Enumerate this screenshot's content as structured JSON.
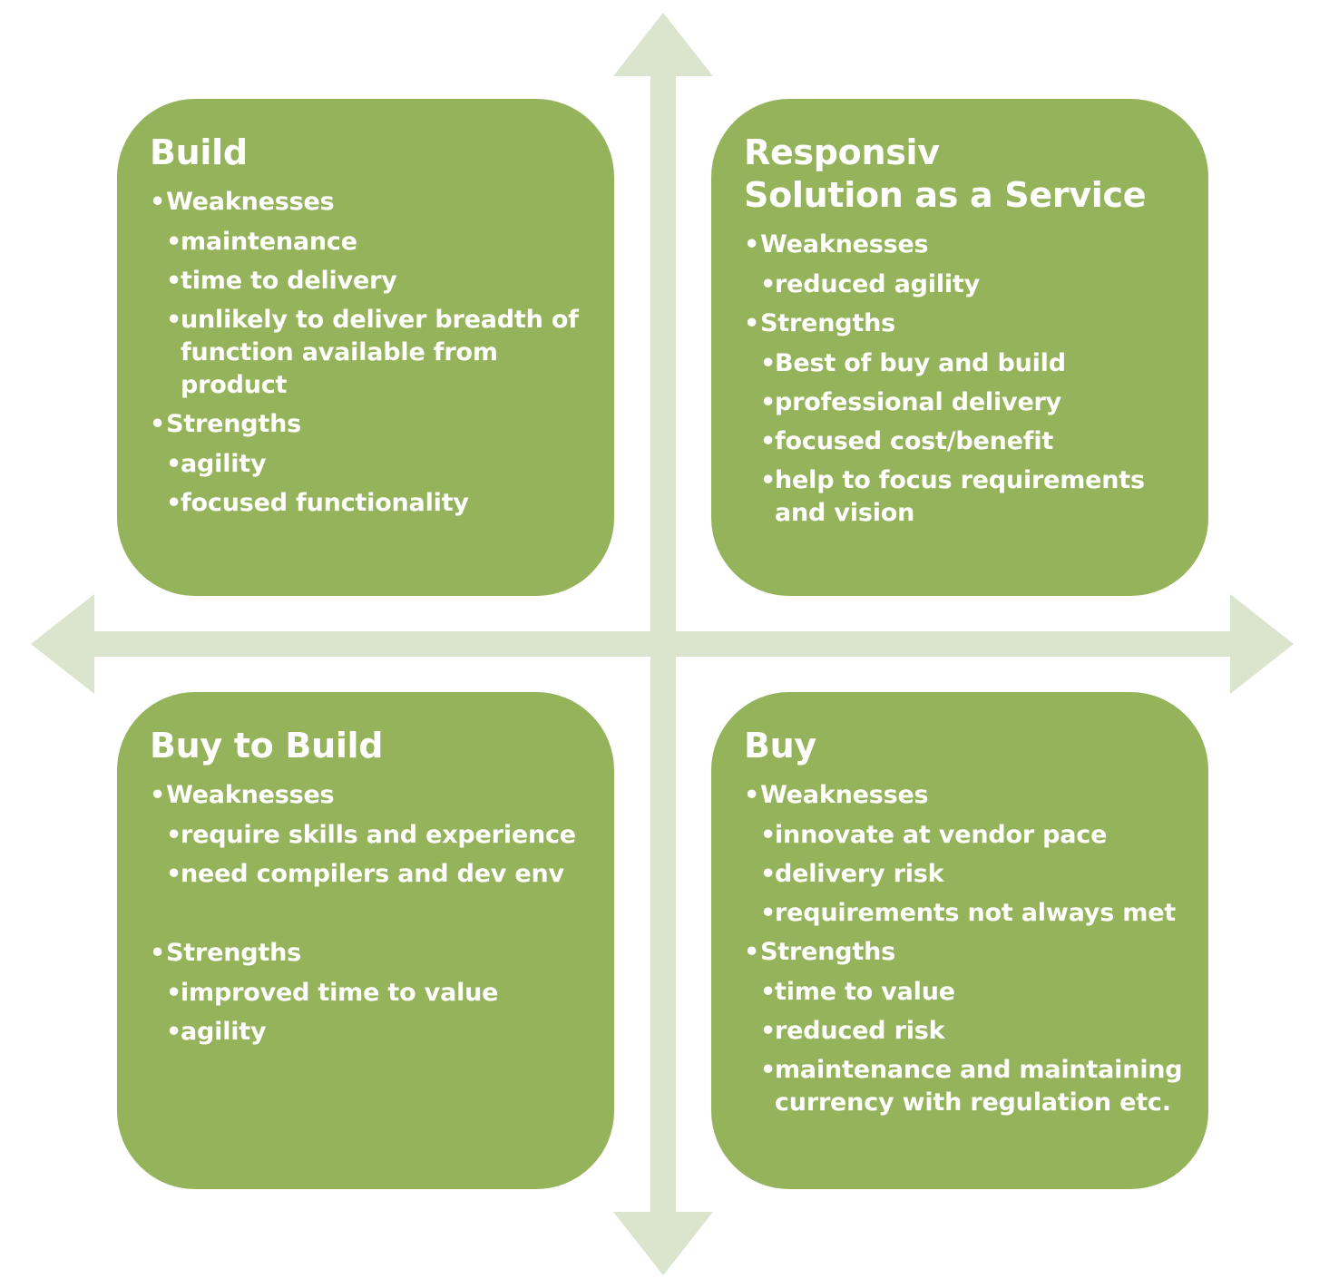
{
  "colors": {
    "quadrant_fill": "#95b35b",
    "axis_fill": "#dbe5cd",
    "text": "#ffffff"
  },
  "quadrants": {
    "build": {
      "title": [
        "Build"
      ],
      "weaknesses_label": "Weaknesses",
      "weaknesses": [
        "maintenance",
        "time to delivery",
        "unlikely to deliver breadth of function available from product"
      ],
      "strengths_label": "Strengths",
      "strengths": [
        "agility",
        "focused functionality"
      ]
    },
    "responsiv": {
      "title": [
        "Responsiv",
        "Solution as a Service"
      ],
      "weaknesses_label": "Weaknesses",
      "weaknesses": [
        "reduced agility"
      ],
      "strengths_label": "Strengths",
      "strengths": [
        "Best of buy and build",
        "professional delivery",
        "focused cost/benefit",
        "help to focus requirements and vision"
      ]
    },
    "buy_to_build": {
      "title": [
        "Buy to Build"
      ],
      "weaknesses_label": "Weaknesses",
      "weaknesses": [
        "require skills and experience",
        "need compilers and dev env"
      ],
      "strengths_label": "Strengths",
      "strengths": [
        "improved time to value",
        "agility"
      ]
    },
    "buy": {
      "title": [
        "Buy"
      ],
      "weaknesses_label": "Weaknesses",
      "weaknesses": [
        "innovate at vendor pace",
        "delivery risk",
        "requirements not always met"
      ],
      "strengths_label": "Strengths",
      "strengths": [
        "time to value",
        "reduced risk",
        "maintenance and maintaining currency with regulation etc."
      ]
    }
  }
}
